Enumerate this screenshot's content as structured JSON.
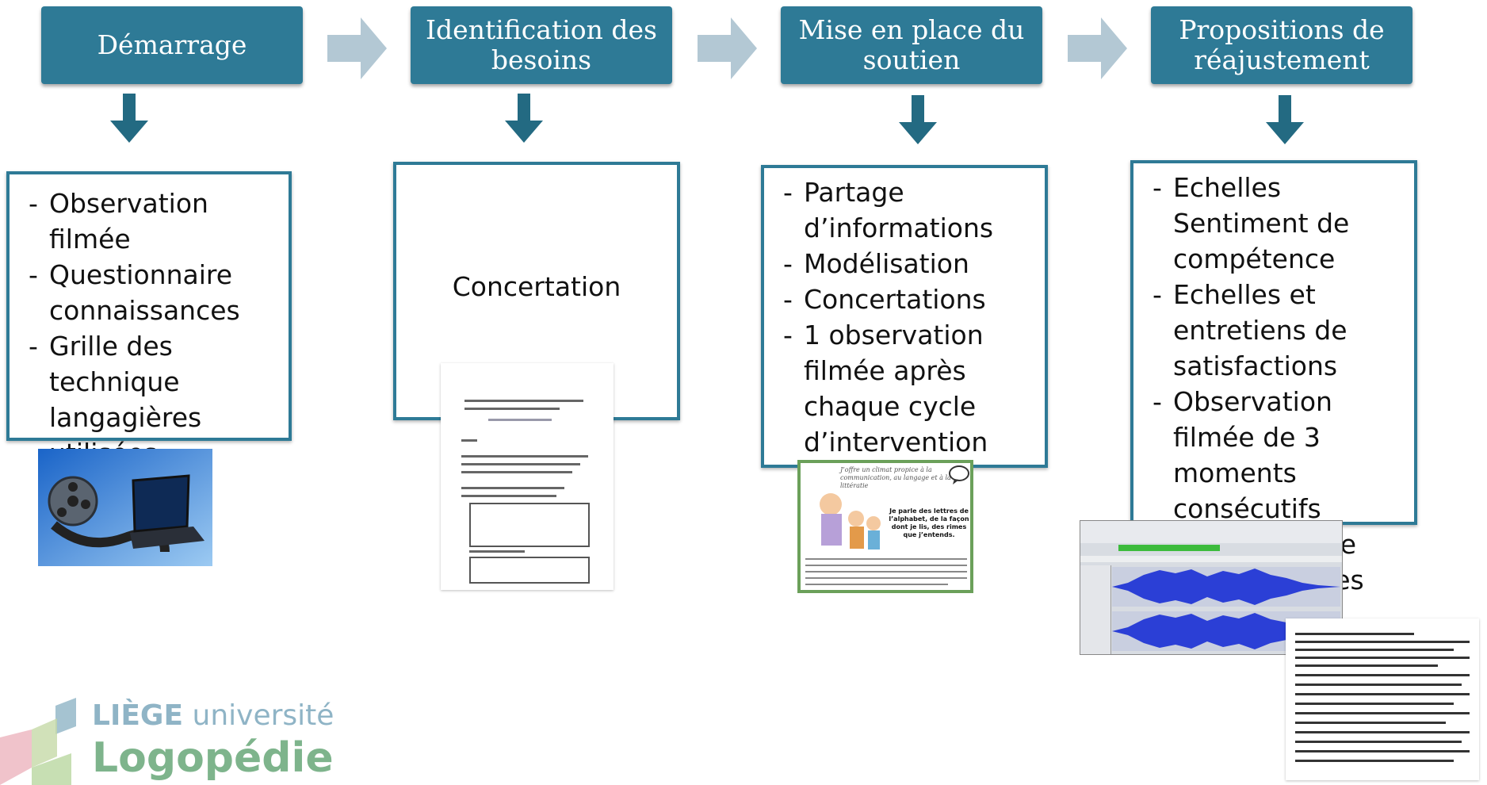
{
  "steps": [
    {
      "label": "Démarrage"
    },
    {
      "label": "Identification des\nbesoins"
    },
    {
      "label": "Mise en place du\nsoutien"
    },
    {
      "label": "Propositions de\nréajustement"
    }
  ],
  "boxes": {
    "demarrage": [
      "Observation filmée",
      "Questionnaire connaissances",
      "Grille des technique langagières utilisées."
    ],
    "identification": "Concertation",
    "soutien": [
      "Partage d’informations",
      "Modélisation",
      "Concertations",
      "1 observation filmée après chaque cycle d’intervention"
    ],
    "reajustement": [
      "Echelles Sentiment de compétence",
      "Echelles et entretiens de satisfactions",
      "Observation filmée de 3 moments consécutifs",
      "Questionnaire connaissances"
    ]
  },
  "poster": {
    "header": "J’offre un climat propice à la communication, au langage et à la littératie",
    "headline": "Je parle des lettres de l’alphabet, de la façon dont je lis, des rimes que j’entends."
  },
  "logo": {
    "line1_strong": "LIÈGE",
    "line1_weak": " université",
    "line2": "Logopédie"
  },
  "colors": {
    "accent": "#2e7a96",
    "arrow": "#b3c8d4",
    "waveform": "#2b3fd6"
  }
}
